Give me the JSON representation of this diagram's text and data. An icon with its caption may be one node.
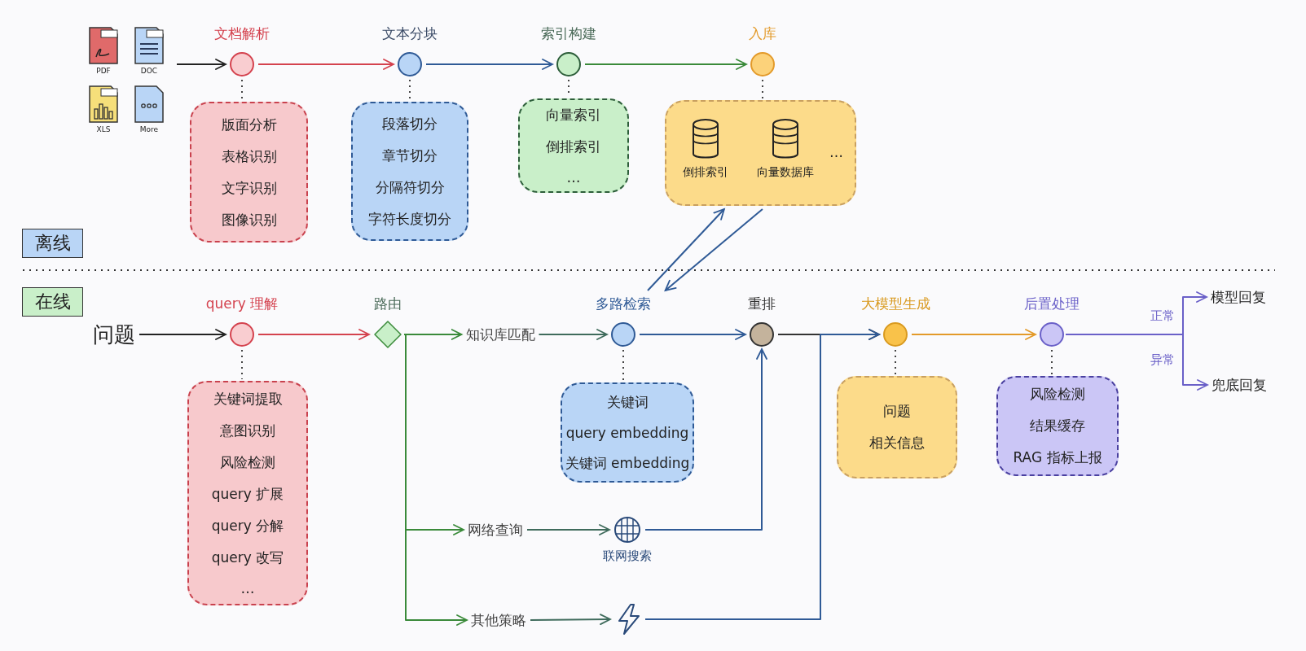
{
  "diagram": {
    "nodes": [
      {
        "text": [
          "PDF",
          "DOC",
          "XLS",
          "More"
        ]
      },
      {
        "text": [
          "文档解析"
        ]
      },
      {
        "text": [
          "文本分块"
        ]
      },
      {
        "text": [
          "索引构建"
        ]
      },
      {
        "text": [
          "入库"
        ]
      },
      {
        "text": [
          "版面分析",
          "表格识别",
          "文字识别",
          "图像识别"
        ]
      },
      {
        "text": [
          "段落切分",
          "章节切分",
          "分隔符切分",
          "字符长度切分"
        ]
      },
      {
        "text": [
          "向量索引",
          "倒排索引",
          "…"
        ]
      },
      {
        "text": [
          "…"
        ]
      },
      {
        "text": [
          "倒排索引"
        ],
        "in": 8
      },
      {
        "text": [
          "向量数据库"
        ],
        "in": 8
      },
      {
        "text": [
          "离线"
        ]
      },
      {
        "text": [
          "在线"
        ]
      },
      {
        "text": [
          "问题"
        ]
      },
      {
        "text": [
          "query 理解"
        ]
      },
      {
        "text": [
          "路由"
        ]
      },
      {
        "text": [
          "知识库匹配"
        ]
      },
      {
        "text": [
          "多路检索"
        ]
      },
      {
        "text": [
          "重排"
        ]
      },
      {
        "text": [
          "大模型生成"
        ]
      },
      {
        "text": [
          "后置处理"
        ]
      },
      {
        "text": [
          "模型回复"
        ]
      },
      {
        "text": [
          "关键词提取",
          "意图识别",
          "风险检测",
          "query 扩展",
          "query 分解",
          "query 改写",
          "…"
        ]
      },
      {
        "text": [
          "关键词",
          "query embedding",
          "关键词 embedding"
        ]
      },
      {
        "text": [
          "问题",
          "相关信息"
        ]
      },
      {
        "text": [
          "风险检测",
          "结果缓存",
          "RAG 指标上报"
        ]
      },
      {
        "text": [
          "兜底回复"
        ]
      },
      {
        "text": [
          "网络查询"
        ]
      },
      {
        "text": [
          "联网搜索"
        ]
      },
      {
        "text": [
          "其他策略"
        ]
      },
      {
        "text": [],
        "shape": "lightning"
      }
    ],
    "edges": [
      {
        "from": 0,
        "to": 1,
        "arrow": "to",
        "color": "#222222"
      },
      {
        "from": 1,
        "to": 2,
        "arrow": "to",
        "color": "#d4424e"
      },
      {
        "from": 2,
        "to": 3,
        "arrow": "to",
        "color": "#2f5a96"
      },
      {
        "from": 3,
        "to": 4,
        "arrow": "to",
        "color": "#3a8a3a"
      },
      {
        "from": 1,
        "to": 5,
        "arrow": "none",
        "style": "dashed"
      },
      {
        "from": 2,
        "to": 6,
        "arrow": "none",
        "style": "dashed"
      },
      {
        "from": 3,
        "to": 7,
        "arrow": "none",
        "style": "dashed"
      },
      {
        "from": 4,
        "to": 8,
        "arrow": "none",
        "style": "dashed"
      },
      {
        "from": 17,
        "to": 8,
        "arrow": "to",
        "color": "#2f5a96"
      },
      {
        "from": 8,
        "to": 17,
        "arrow": "to",
        "color": "#2f5a96"
      },
      {
        "from": 13,
        "to": 14,
        "arrow": "to",
        "color": "#222222"
      },
      {
        "from": 14,
        "to": 15,
        "arrow": "to",
        "color": "#d4424e"
      },
      {
        "from": 15,
        "to": 16,
        "arrow": "to",
        "color": "#3a8a3a"
      },
      {
        "from": 16,
        "to": 17,
        "arrow": "to",
        "color": "#3f6b5c"
      },
      {
        "from": 17,
        "to": 18,
        "arrow": "to",
        "color": "#2f5a96"
      },
      {
        "from": 18,
        "to": 19,
        "arrow": "to",
        "color": "#333333"
      },
      {
        "from": 19,
        "to": 20,
        "arrow": "to",
        "color": "#e39a2a"
      },
      {
        "from": 20,
        "to": 21,
        "label": "正常",
        "arrow": "to",
        "color": "#6a60c8"
      },
      {
        "from": 20,
        "to": 26,
        "label": "异常",
        "arrow": "to",
        "color": "#6a60c8"
      },
      {
        "from": 14,
        "to": 22,
        "arrow": "none",
        "style": "dashed"
      },
      {
        "from": 17,
        "to": 23,
        "arrow": "none",
        "style": "dashed"
      },
      {
        "from": 19,
        "to": 24,
        "arrow": "none",
        "style": "dashed"
      },
      {
        "from": 20,
        "to": 25,
        "arrow": "none",
        "style": "dashed"
      },
      {
        "from": 15,
        "to": 27,
        "arrow": "to",
        "color": "#3a8a3a"
      },
      {
        "from": 27,
        "to": 28,
        "arrow": "to",
        "color": "#3f6b5c"
      },
      {
        "from": 28,
        "to": 18,
        "arrow": "to",
        "color": "#2f5a96"
      },
      {
        "from": 15,
        "to": 29,
        "arrow": "to",
        "color": "#3a8a3a"
      },
      {
        "from": 29,
        "to": 30,
        "arrow": "to",
        "color": "#3f6b5c"
      },
      {
        "from": 30,
        "to": 19,
        "arrow": "to",
        "color": "#2f5a96"
      }
    ]
  }
}
